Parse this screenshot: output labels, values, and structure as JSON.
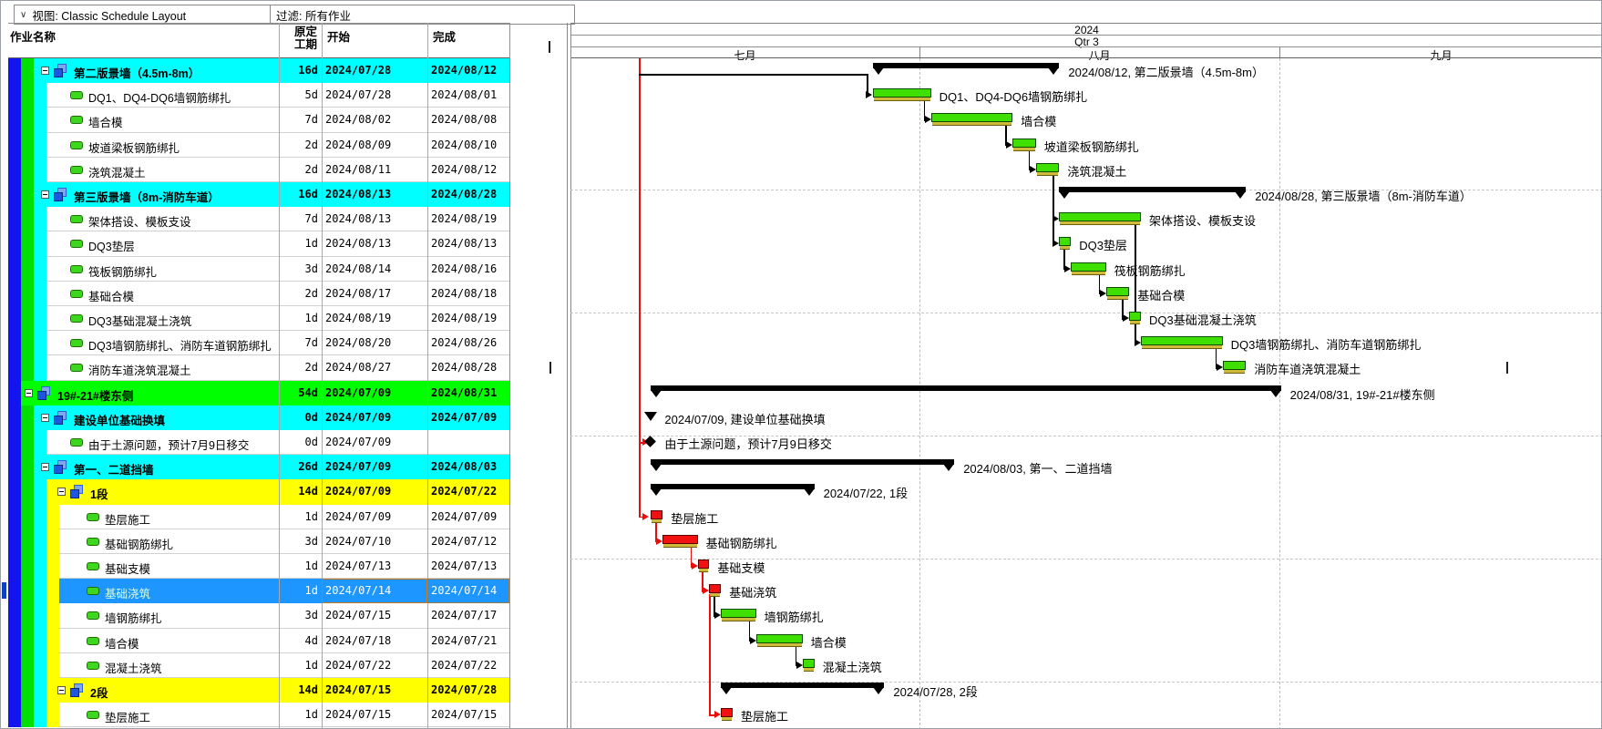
{
  "toolbar": {
    "view_label": "视图: Classic Schedule Layout",
    "filter_label": "过滤: 所有作业",
    "chevron_icon": "∨"
  },
  "table_header": {
    "name": "作业名称",
    "dur_line1": "原定",
    "dur_line2": "工期",
    "start": "开始",
    "finish": "完成"
  },
  "timeline": {
    "year": "2024",
    "quarter": "Qtr 3",
    "months": [
      "七月",
      "八月",
      "九月"
    ]
  },
  "colors": {
    "stripe_blue": "#1414f0",
    "band_green": "#00ff00",
    "band_cyan": "#00ffff",
    "band_yellow": "#ffff00",
    "selected_row": "#1e96ff",
    "bar_green": "#3fe000",
    "bar_red": "#f21111",
    "baseline_yellow": "#cfba3a",
    "summary_black": "#000000",
    "critical_red": "#e80e0e",
    "edit_cell_outline": "#c87820"
  },
  "rows": [
    {
      "name": "第二版景墙（4.5m-8m）",
      "dur": "16d",
      "start": "2024/07/28",
      "finish": "2024/08/12",
      "level": 2,
      "kind": "group",
      "band": "cyan",
      "bar": {
        "type": "summary",
        "label": "2024/08/12, 第二版景墙（4.5m-8m）"
      }
    },
    {
      "name": "DQ1、DQ4-DQ6墙钢筋绑扎",
      "dur": "5d",
      "start": "2024/07/28",
      "finish": "2024/08/01",
      "level": 3,
      "kind": "activity",
      "band": null,
      "bar": {
        "type": "task",
        "color": "green",
        "label": "DQ1、DQ4-DQ6墙钢筋绑扎"
      }
    },
    {
      "name": "墙合模",
      "dur": "7d",
      "start": "2024/08/02",
      "finish": "2024/08/08",
      "level": 3,
      "kind": "activity",
      "band": null,
      "bar": {
        "type": "task",
        "color": "green",
        "label": "墙合模"
      }
    },
    {
      "name": "坡道梁板钢筋绑扎",
      "dur": "2d",
      "start": "2024/08/09",
      "finish": "2024/08/10",
      "level": 3,
      "kind": "activity",
      "band": null,
      "bar": {
        "type": "task",
        "color": "green",
        "label": "坡道梁板钢筋绑扎"
      }
    },
    {
      "name": "浇筑混凝土",
      "dur": "2d",
      "start": "2024/08/11",
      "finish": "2024/08/12",
      "level": 3,
      "kind": "activity",
      "band": null,
      "bar": {
        "type": "task",
        "color": "green",
        "label": "浇筑混凝土"
      }
    },
    {
      "name": "第三版景墙（8m-消防车道）",
      "dur": "16d",
      "start": "2024/08/13",
      "finish": "2024/08/28",
      "level": 2,
      "kind": "group",
      "band": "cyan",
      "bar": {
        "type": "summary",
        "label": "2024/08/28, 第三版景墙（8m-消防车道）"
      }
    },
    {
      "name": "架体搭设、模板支设",
      "dur": "7d",
      "start": "2024/08/13",
      "finish": "2024/08/19",
      "level": 3,
      "kind": "activity",
      "band": null,
      "bar": {
        "type": "task",
        "color": "green",
        "label": "架体搭设、模板支设"
      }
    },
    {
      "name": "DQ3垫层",
      "dur": "1d",
      "start": "2024/08/13",
      "finish": "2024/08/13",
      "level": 3,
      "kind": "activity",
      "band": null,
      "bar": {
        "type": "task",
        "color": "green",
        "label": "DQ3垫层"
      }
    },
    {
      "name": "筏板钢筋绑扎",
      "dur": "3d",
      "start": "2024/08/14",
      "finish": "2024/08/16",
      "level": 3,
      "kind": "activity",
      "band": null,
      "bar": {
        "type": "task",
        "color": "green",
        "label": "筏板钢筋绑扎"
      }
    },
    {
      "name": "基础合模",
      "dur": "2d",
      "start": "2024/08/17",
      "finish": "2024/08/18",
      "level": 3,
      "kind": "activity",
      "band": null,
      "bar": {
        "type": "task",
        "color": "green",
        "label": "基础合模"
      }
    },
    {
      "name": "DQ3基础混凝土浇筑",
      "dur": "1d",
      "start": "2024/08/19",
      "finish": "2024/08/19",
      "level": 3,
      "kind": "activity",
      "band": null,
      "bar": {
        "type": "task",
        "color": "green",
        "label": "DQ3基础混凝土浇筑"
      }
    },
    {
      "name": "DQ3墙钢筋绑扎、消防车道钢筋绑扎",
      "dur": "7d",
      "start": "2024/08/20",
      "finish": "2024/08/26",
      "level": 3,
      "kind": "activity",
      "band": null,
      "bar": {
        "type": "task",
        "color": "green",
        "label": "DQ3墙钢筋绑扎、消防车道钢筋绑扎"
      }
    },
    {
      "name": "消防车道浇筑混凝土",
      "dur": "2d",
      "start": "2024/08/27",
      "finish": "2024/08/28",
      "level": 3,
      "kind": "activity",
      "band": null,
      "bar": {
        "type": "task",
        "color": "green",
        "label": "消防车道浇筑混凝土"
      }
    },
    {
      "name": "19#-21#楼东侧",
      "dur": "54d",
      "start": "2024/07/09",
      "finish": "2024/08/31",
      "level": 1,
      "kind": "group",
      "band": "green",
      "bar": {
        "type": "summary",
        "label": "2024/08/31, 19#-21#楼东侧"
      }
    },
    {
      "name": "建设单位基础换填",
      "dur": "0d",
      "start": "2024/07/09",
      "finish": "2024/07/09",
      "level": 2,
      "kind": "group",
      "band": "cyan",
      "bar": {
        "type": "mil_tri",
        "label": "2024/07/09, 建设单位基础换填"
      }
    },
    {
      "name": "由于土源问题，预计7月9日移交",
      "dur": "0d",
      "start": "2024/07/09",
      "finish": "",
      "level": 3,
      "kind": "activity",
      "band": null,
      "bar": {
        "type": "mil_dia",
        "label": "由于土源问题，预计7月9日移交"
      }
    },
    {
      "name": "第一、二道挡墙",
      "dur": "26d",
      "start": "2024/07/09",
      "finish": "2024/08/03",
      "level": 2,
      "kind": "group",
      "band": "cyan",
      "bar": {
        "type": "summary",
        "label": "2024/08/03, 第一、二道挡墙"
      }
    },
    {
      "name": "1段",
      "dur": "14d",
      "start": "2024/07/09",
      "finish": "2024/07/22",
      "level": 3,
      "kind": "group",
      "band": "yellow",
      "bar": {
        "type": "summary",
        "label": "2024/07/22, 1段"
      }
    },
    {
      "name": "垫层施工",
      "dur": "1d",
      "start": "2024/07/09",
      "finish": "2024/07/09",
      "level": 4,
      "kind": "activity",
      "band": null,
      "bar": {
        "type": "task",
        "color": "red",
        "label": "垫层施工"
      }
    },
    {
      "name": "基础钢筋绑扎",
      "dur": "3d",
      "start": "2024/07/10",
      "finish": "2024/07/12",
      "level": 4,
      "kind": "activity",
      "band": null,
      "bar": {
        "type": "task",
        "color": "red",
        "label": "基础钢筋绑扎"
      }
    },
    {
      "name": "基础支模",
      "dur": "1d",
      "start": "2024/07/13",
      "finish": "2024/07/13",
      "level": 4,
      "kind": "activity",
      "band": null,
      "bar": {
        "type": "task",
        "color": "red",
        "label": "基础支模"
      }
    },
    {
      "name": "基础浇筑",
      "dur": "1d",
      "start": "2024/07/14",
      "finish": "2024/07/14",
      "level": 4,
      "kind": "activity",
      "band": null,
      "selected": true,
      "bar": {
        "type": "task",
        "color": "red",
        "label": "基础浇筑"
      }
    },
    {
      "name": "墙钢筋绑扎",
      "dur": "3d",
      "start": "2024/07/15",
      "finish": "2024/07/17",
      "level": 4,
      "kind": "activity",
      "band": null,
      "bar": {
        "type": "task",
        "color": "green",
        "label": "墙钢筋绑扎"
      }
    },
    {
      "name": "墙合模",
      "dur": "4d",
      "start": "2024/07/18",
      "finish": "2024/07/21",
      "level": 4,
      "kind": "activity",
      "band": null,
      "bar": {
        "type": "task",
        "color": "green",
        "label": "墙合模"
      }
    },
    {
      "name": "混凝土浇筑",
      "dur": "1d",
      "start": "2024/07/22",
      "finish": "2024/07/22",
      "level": 4,
      "kind": "activity",
      "band": null,
      "bar": {
        "type": "task",
        "color": "green",
        "label": "混凝土浇筑"
      }
    },
    {
      "name": "2段",
      "dur": "14d",
      "start": "2024/07/15",
      "finish": "2024/07/28",
      "level": 3,
      "kind": "group",
      "band": "yellow",
      "bar": {
        "type": "summary",
        "label": "2024/07/28, 2段"
      }
    },
    {
      "name": "垫层施工",
      "dur": "1d",
      "start": "2024/07/15",
      "finish": "2024/07/15",
      "level": 4,
      "kind": "activity",
      "band": null,
      "bar": {
        "type": "task",
        "color": "red",
        "label": "垫层施工"
      }
    }
  ]
}
